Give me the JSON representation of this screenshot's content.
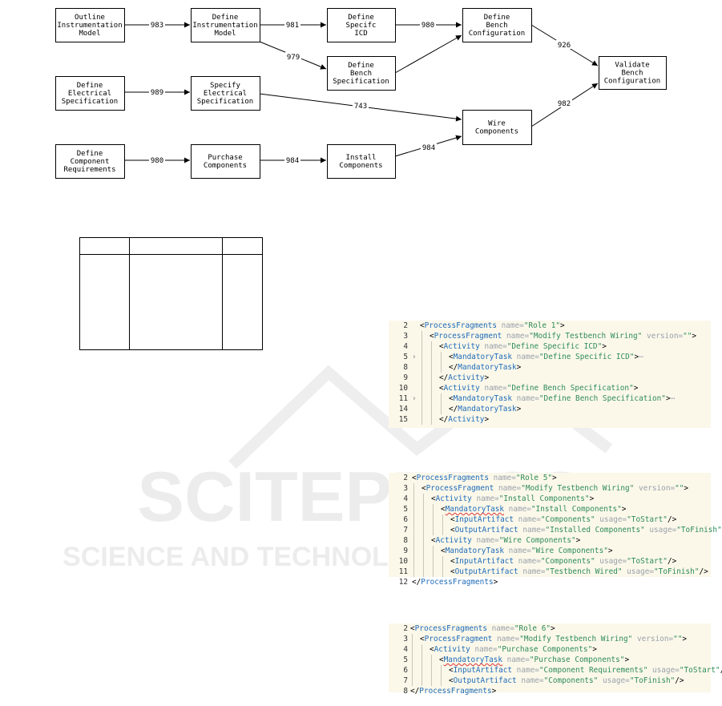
{
  "flow": {
    "nodes": [
      {
        "id": "outline",
        "lines": [
          "Outline",
          "Instrumentation",
          "Model"
        ]
      },
      {
        "id": "define_im",
        "lines": [
          "Define",
          "Instrumentation",
          "Model"
        ]
      },
      {
        "id": "define_icd",
        "lines": [
          "Define",
          "Specifc",
          "ICD"
        ]
      },
      {
        "id": "define_bench_cfg",
        "lines": [
          "Define",
          "Bench",
          "Configuration"
        ]
      },
      {
        "id": "define_bench_spec",
        "lines": [
          "Define",
          "Bench",
          "Specification"
        ]
      },
      {
        "id": "validate",
        "lines": [
          "Validate",
          "Bench",
          "Configuration"
        ]
      },
      {
        "id": "define_elec",
        "lines": [
          "Define",
          "Electrical",
          "Specification"
        ]
      },
      {
        "id": "specify_elec",
        "lines": [
          "Specify",
          "Electrical",
          "Specification"
        ]
      },
      {
        "id": "wire",
        "lines": [
          "Wire",
          "Components"
        ]
      },
      {
        "id": "define_comp_req",
        "lines": [
          "Define",
          "Component",
          "Requirements"
        ]
      },
      {
        "id": "purchase",
        "lines": [
          "Purchase",
          "Components"
        ]
      },
      {
        "id": "install",
        "lines": [
          "Install",
          "Components"
        ]
      }
    ],
    "edges": [
      {
        "from": "outline",
        "to": "define_im",
        "label": "983"
      },
      {
        "from": "define_im",
        "to": "define_icd",
        "label": "981"
      },
      {
        "from": "define_icd",
        "to": "define_bench_cfg",
        "label": "980"
      },
      {
        "from": "define_im",
        "to": "define_bench_spec",
        "label": "979"
      },
      {
        "from": "define_bench_spec",
        "to": "define_bench_cfg",
        "label": ""
      },
      {
        "from": "define_bench_cfg",
        "to": "validate",
        "label": "926"
      },
      {
        "from": "define_elec",
        "to": "specify_elec",
        "label": "989"
      },
      {
        "from": "specify_elec",
        "to": "wire",
        "label": "743"
      },
      {
        "from": "wire",
        "to": "validate",
        "label": "982"
      },
      {
        "from": "define_comp_req",
        "to": "purchase",
        "label": "980"
      },
      {
        "from": "purchase",
        "to": "install",
        "label": "984"
      },
      {
        "from": "install",
        "to": "wire",
        "label": "984"
      }
    ]
  },
  "watermark": {
    "line1": "SCITEPRESS",
    "line2": "SCIENCE AND TECHNOLOGY PUBLICATIONS"
  },
  "empty_table": {
    "rows": 2,
    "cols": 3
  },
  "code_blocks": [
    {
      "lines": [
        {
          "n": "2",
          "d": 0,
          "tokens": [
            [
              "b",
              "<"
            ],
            [
              "t",
              "ProcessFragments"
            ],
            [
              "a",
              " name="
            ],
            [
              "v",
              "\"Role 1\""
            ],
            [
              "b",
              ">"
            ]
          ]
        },
        {
          "n": "3",
          "d": 1,
          "tokens": [
            [
              "b",
              "<"
            ],
            [
              "t",
              "ProcessFragment"
            ],
            [
              "a",
              " name="
            ],
            [
              "v",
              "\"Modify Testbench Wiring\""
            ],
            [
              "a",
              " version="
            ],
            [
              "v",
              "\"\""
            ],
            [
              "b",
              ">"
            ]
          ]
        },
        {
          "n": "4",
          "d": 2,
          "tokens": [
            [
              "b",
              "<"
            ],
            [
              "t",
              "Activity"
            ],
            [
              "a",
              " name="
            ],
            [
              "v",
              "\"Define Specific ICD\""
            ],
            [
              "b",
              ">"
            ]
          ]
        },
        {
          "n": "5",
          "d": 3,
          "fold": "›",
          "tokens": [
            [
              "b",
              "<"
            ],
            [
              "t",
              "MandatoryTask"
            ],
            [
              "a",
              " name="
            ],
            [
              "v",
              "\"Define Specific ICD\""
            ],
            [
              "b",
              ">"
            ],
            [
              "a",
              "⋯"
            ]
          ]
        },
        {
          "n": "8",
          "d": 3,
          "tokens": [
            [
              "b",
              "</"
            ],
            [
              "t",
              "MandatoryTask"
            ],
            [
              "b",
              ">"
            ]
          ]
        },
        {
          "n": "9",
          "d": 2,
          "tokens": [
            [
              "b",
              "</"
            ],
            [
              "t",
              "Activity"
            ],
            [
              "b",
              ">"
            ]
          ]
        },
        {
          "n": "10",
          "d": 2,
          "tokens": [
            [
              "b",
              "<"
            ],
            [
              "t",
              "Activity"
            ],
            [
              "a",
              " name="
            ],
            [
              "v",
              "\"Define Bench Specification\""
            ],
            [
              "b",
              ">"
            ]
          ]
        },
        {
          "n": "11",
          "d": 3,
          "fold": "›",
          "tokens": [
            [
              "b",
              "<"
            ],
            [
              "t",
              "MandatoryTask"
            ],
            [
              "a",
              " name="
            ],
            [
              "v",
              "\"Define Bench Specification\""
            ],
            [
              "b",
              ">"
            ],
            [
              "a",
              "⋯"
            ]
          ]
        },
        {
          "n": "14",
          "d": 3,
          "tokens": [
            [
              "b",
              "</"
            ],
            [
              "t",
              "MandatoryTask"
            ],
            [
              "b",
              ">"
            ]
          ]
        },
        {
          "n": "15",
          "d": 2,
          "tokens": [
            [
              "b",
              "</"
            ],
            [
              "t",
              "Activity"
            ],
            [
              "b",
              ">"
            ]
          ]
        }
      ]
    },
    {
      "lines": [
        {
          "n": "2",
          "d": 0,
          "tokens": [
            [
              "b",
              "<"
            ],
            [
              "t",
              "ProcessFragments"
            ],
            [
              "a",
              " name="
            ],
            [
              "v",
              "\"Role 5\""
            ],
            [
              "b",
              ">"
            ]
          ]
        },
        {
          "n": "3",
          "d": 1,
          "tokens": [
            [
              "b",
              "<"
            ],
            [
              "t",
              "ProcessFragment"
            ],
            [
              "a",
              " name="
            ],
            [
              "v",
              "\"Modify Testbench Wiring\""
            ],
            [
              "a",
              " version="
            ],
            [
              "v",
              "\"\""
            ],
            [
              "b",
              ">"
            ]
          ]
        },
        {
          "n": "4",
          "d": 2,
          "tokens": [
            [
              "b",
              "<"
            ],
            [
              "t",
              "Activity"
            ],
            [
              "a",
              " name="
            ],
            [
              "v",
              "\"Install Components\""
            ],
            [
              "b",
              ">"
            ]
          ]
        },
        {
          "n": "5",
          "d": 3,
          "tokens": [
            [
              "b",
              "<"
            ],
            [
              "t",
              "MandatoryTask",
              "squig"
            ],
            [
              "a",
              " name="
            ],
            [
              "v",
              "\"Install Components\""
            ],
            [
              "b",
              ">"
            ]
          ]
        },
        {
          "n": "6",
          "d": 4,
          "tokens": [
            [
              "b",
              "<"
            ],
            [
              "t",
              "InputArtifact"
            ],
            [
              "a",
              " name="
            ],
            [
              "v",
              "\"Components\""
            ],
            [
              "a",
              " usage="
            ],
            [
              "v",
              "\"ToStart\""
            ],
            [
              "b",
              "/>"
            ]
          ]
        },
        {
          "n": "7",
          "d": 4,
          "tokens": [
            [
              "b",
              "<"
            ],
            [
              "t",
              "OutputArtifact"
            ],
            [
              "a",
              " name="
            ],
            [
              "v",
              "\"Installed Components\""
            ],
            [
              "a",
              " usage="
            ],
            [
              "v",
              "\"ToFinish\""
            ],
            [
              "b",
              "/>"
            ]
          ]
        },
        {
          "n": "8",
          "d": 2,
          "tokens": [
            [
              "b",
              "<"
            ],
            [
              "t",
              "Activity"
            ],
            [
              "a",
              " name="
            ],
            [
              "v",
              "\"Wire Components\""
            ],
            [
              "b",
              ">"
            ]
          ]
        },
        {
          "n": "9",
          "d": 3,
          "tokens": [
            [
              "b",
              "<"
            ],
            [
              "t",
              "MandatoryTask"
            ],
            [
              "a",
              " name="
            ],
            [
              "v",
              "\"Wire Components\""
            ],
            [
              "b",
              ">"
            ]
          ]
        },
        {
          "n": "10",
          "d": 4,
          "tokens": [
            [
              "b",
              "<"
            ],
            [
              "t",
              "InputArtifact"
            ],
            [
              "a",
              " name="
            ],
            [
              "v",
              "\"Components\""
            ],
            [
              "a",
              " usage="
            ],
            [
              "v",
              "\"ToStart\""
            ],
            [
              "b",
              "/>"
            ]
          ]
        },
        {
          "n": "11",
          "d": 4,
          "tokens": [
            [
              "b",
              "<"
            ],
            [
              "t",
              "OutputArtifact"
            ],
            [
              "a",
              " name="
            ],
            [
              "v",
              "\"Testbench Wired\""
            ],
            [
              "a",
              " usage="
            ],
            [
              "v",
              "\"ToFinish\""
            ],
            [
              "b",
              "/>"
            ]
          ]
        },
        {
          "n": "12",
          "d": 0,
          "tokens": [
            [
              "b",
              "</"
            ],
            [
              "t",
              "ProcessFragments"
            ],
            [
              "b",
              ">"
            ]
          ]
        }
      ]
    },
    {
      "lines": [
        {
          "n": "2",
          "d": 0,
          "tokens": [
            [
              "b",
              "<"
            ],
            [
              "t",
              "ProcessFragments"
            ],
            [
              "a",
              " name="
            ],
            [
              "v",
              "\"Role 6\""
            ],
            [
              "b",
              ">"
            ]
          ]
        },
        {
          "n": "3",
          "d": 1,
          "tokens": [
            [
              "b",
              "<"
            ],
            [
              "t",
              "ProcessFragment"
            ],
            [
              "a",
              " name="
            ],
            [
              "v",
              "\"Modify Testbench Wiring\""
            ],
            [
              "a",
              " version="
            ],
            [
              "v",
              "\"\""
            ],
            [
              "b",
              ">"
            ]
          ]
        },
        {
          "n": "4",
          "d": 2,
          "tokens": [
            [
              "b",
              "<"
            ],
            [
              "t",
              "Activity"
            ],
            [
              "a",
              " name="
            ],
            [
              "v",
              "\"Purchase Components\""
            ],
            [
              "b",
              ">"
            ]
          ]
        },
        {
          "n": "5",
          "d": 3,
          "tokens": [
            [
              "b",
              "<"
            ],
            [
              "t",
              "MandatoryTask",
              "squig"
            ],
            [
              "a",
              " name="
            ],
            [
              "v",
              "\"Purchase Components\""
            ],
            [
              "b",
              ">"
            ]
          ]
        },
        {
          "n": "6",
          "d": 4,
          "tokens": [
            [
              "b",
              "<"
            ],
            [
              "t",
              "InputArtifact"
            ],
            [
              "a",
              " name="
            ],
            [
              "v",
              "\"Component Requirements\""
            ],
            [
              "a",
              " usage="
            ],
            [
              "v",
              "\"ToStart\""
            ],
            [
              "b",
              "/>"
            ]
          ]
        },
        {
          "n": "7",
          "d": 4,
          "tokens": [
            [
              "b",
              "<"
            ],
            [
              "t",
              "OutputArtifact"
            ],
            [
              "a",
              " name="
            ],
            [
              "v",
              "\"Components\""
            ],
            [
              "a",
              " usage="
            ],
            [
              "v",
              "\"ToFinish\""
            ],
            [
              "b",
              "/>"
            ]
          ]
        },
        {
          "n": "8",
          "d": 0,
          "tokens": [
            [
              "b",
              "</"
            ],
            [
              "t",
              "ProcessFragments"
            ],
            [
              "b",
              ">"
            ]
          ]
        }
      ]
    }
  ]
}
